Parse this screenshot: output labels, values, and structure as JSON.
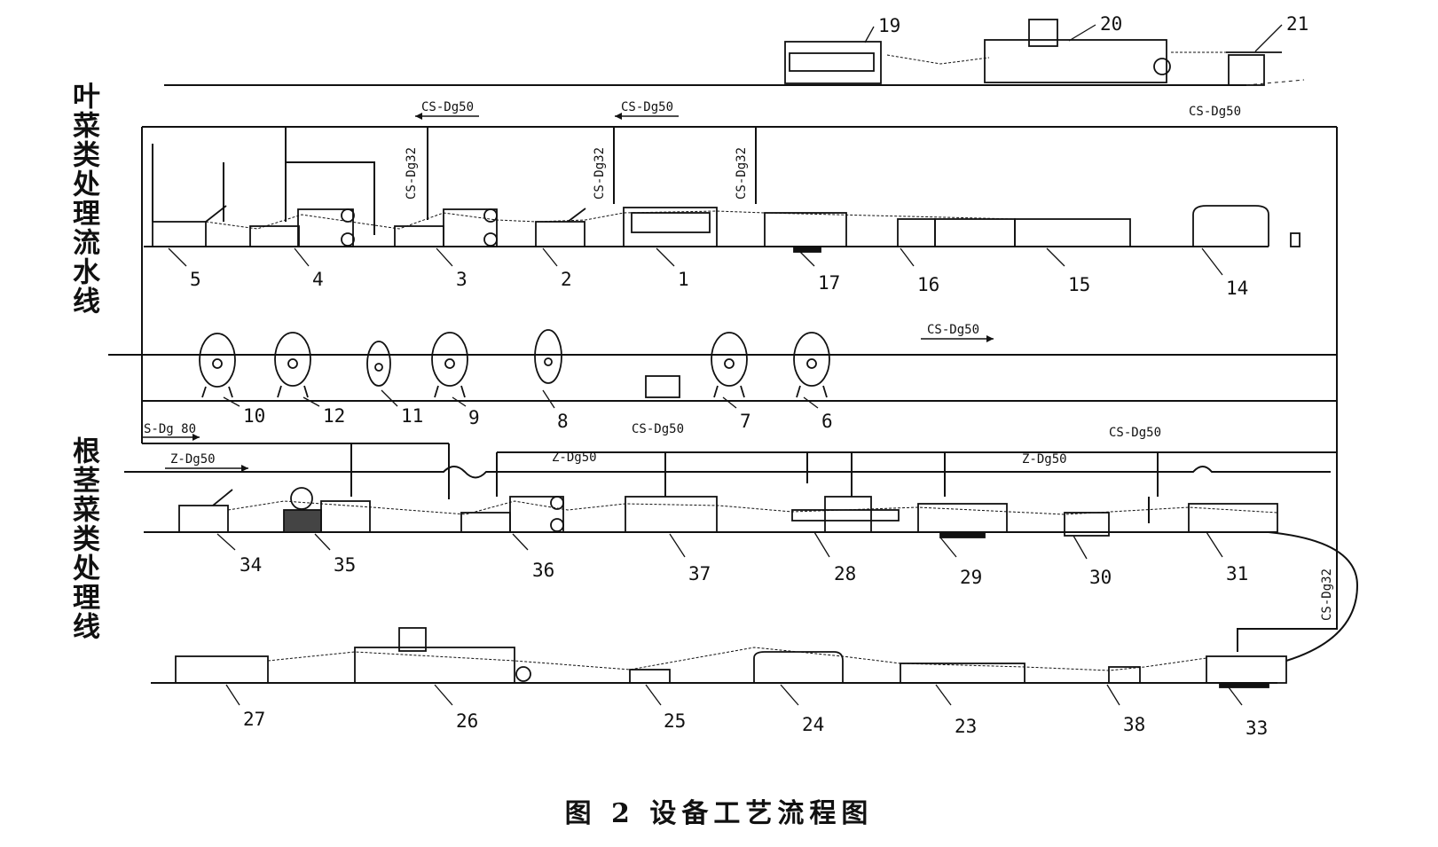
{
  "diagram_title": "图 2 设备工艺流程图",
  "sections": {
    "leafy": "叶菜类处理流水线",
    "root": "根茎菜类处理线"
  },
  "pipe_labels": {
    "cs50": "CS-Dg50",
    "cs32": "CS-Dg32",
    "z50": "Z-Dg50",
    "s80": "S-Dg 80"
  },
  "equipment_numbers": [
    "1",
    "2",
    "3",
    "4",
    "5",
    "6",
    "7",
    "8",
    "9",
    "10",
    "11",
    "12",
    "14",
    "15",
    "16",
    "17",
    "19",
    "20",
    "21",
    "23",
    "24",
    "25",
    "26",
    "27",
    "28",
    "29",
    "30",
    "31",
    "33",
    "34",
    "35",
    "36",
    "37",
    "38"
  ],
  "colors": {
    "line": "#111111",
    "background": "#ffffff"
  }
}
